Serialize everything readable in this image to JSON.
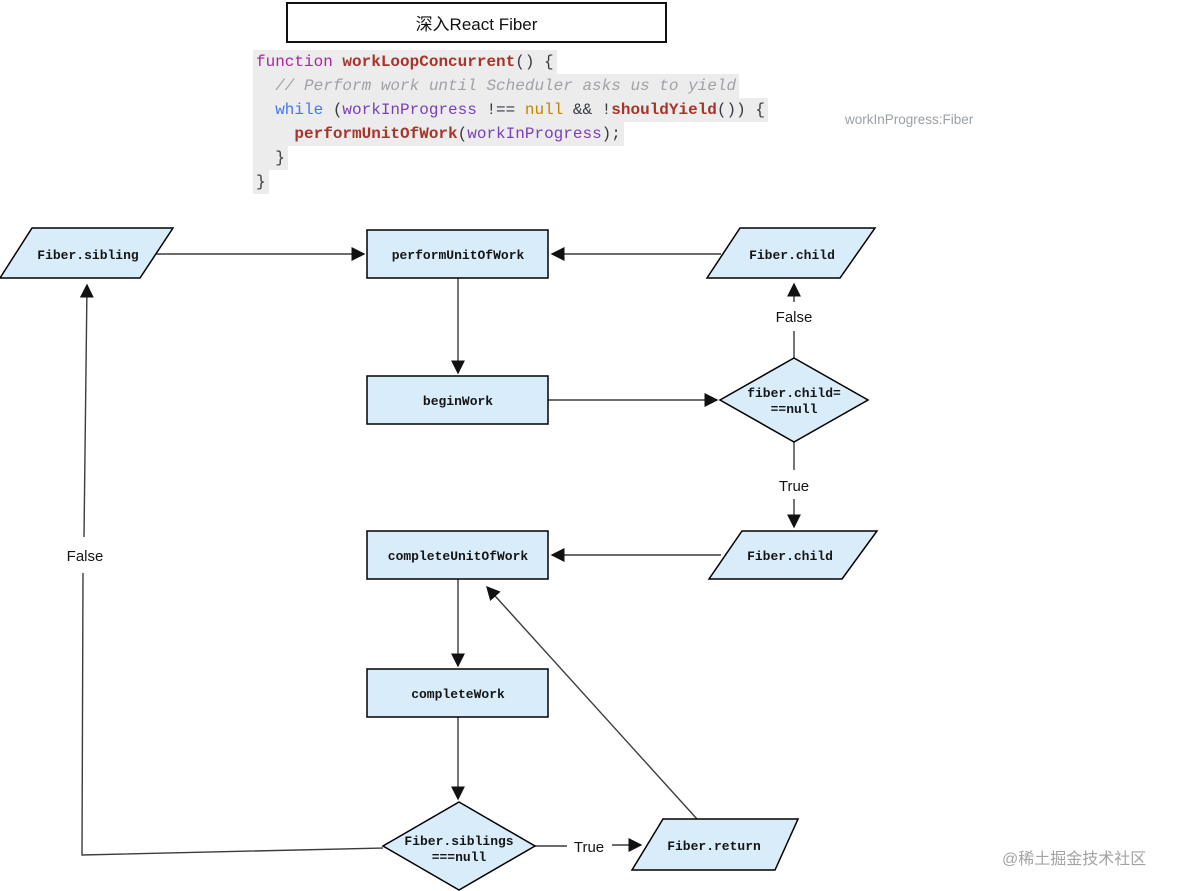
{
  "title": "深入React Fiber",
  "annotation": "workInProgress:Fiber",
  "watermark": "@稀土掘金技术社区",
  "colors": {
    "node_fill": "#d9ecfa",
    "node_border": "#000000",
    "edge": "#3c3c3c",
    "annotation_gray": "#9aa0a6",
    "watermark_gray": "#a3a3a3",
    "code_line_bg": "#ececec"
  },
  "code": {
    "token_colors": {
      "kw": "#a626a4",
      "kw2": "#4078f2",
      "fn": "#a7342a",
      "cm": "#a0a1a7",
      "vr": "#7a3eb8",
      "nl": "#c18401",
      "pl": "#383a42"
    },
    "lines": [
      [
        {
          "c": "kw",
          "t": "function"
        },
        {
          "c": "pl",
          "t": " "
        },
        {
          "c": "fn",
          "t": "workLoopConcurrent"
        },
        {
          "c": "pl",
          "t": "() {"
        }
      ],
      [
        {
          "c": "cm",
          "t": "  // Perform work until Scheduler asks us to yield"
        }
      ],
      [
        {
          "c": "pl",
          "t": "  "
        },
        {
          "c": "kw2",
          "t": "while"
        },
        {
          "c": "pl",
          "t": " ("
        },
        {
          "c": "vr",
          "t": "workInProgress"
        },
        {
          "c": "pl",
          "t": " !== "
        },
        {
          "c": "nl",
          "t": "null"
        },
        {
          "c": "pl",
          "t": " && !"
        },
        {
          "c": "fn",
          "t": "shouldYield"
        },
        {
          "c": "pl",
          "t": "()) {"
        }
      ],
      [
        {
          "c": "pl",
          "t": "    "
        },
        {
          "c": "fn",
          "t": "performUnitOfWork"
        },
        {
          "c": "pl",
          "t": "("
        },
        {
          "c": "vr",
          "t": "workInProgress"
        },
        {
          "c": "pl",
          "t": ");"
        }
      ],
      [
        {
          "c": "pl",
          "t": "  }"
        }
      ],
      [
        {
          "c": "pl",
          "t": "}"
        }
      ]
    ]
  },
  "flowchart": {
    "nodes": {
      "fiber_sibling": "Fiber.sibling",
      "perform_unit_of_work": "performUnitOfWork",
      "fiber_child_top": "Fiber.child",
      "begin_work": "beginWork",
      "child_null_check": {
        "line1": "fiber.child=",
        "line2": "==null"
      },
      "fiber_child_bottom": "Fiber.child",
      "complete_unit_of_work": "completeUnitOfWork",
      "complete_work": "completeWork",
      "siblings_null_check": {
        "line1": "Fiber.siblings",
        "line2": "===null"
      },
      "fiber_return": "Fiber.return"
    },
    "edge_labels": {
      "false_top": "False",
      "true_middle": "True",
      "false_left": "False",
      "true_bottom": "True"
    }
  }
}
